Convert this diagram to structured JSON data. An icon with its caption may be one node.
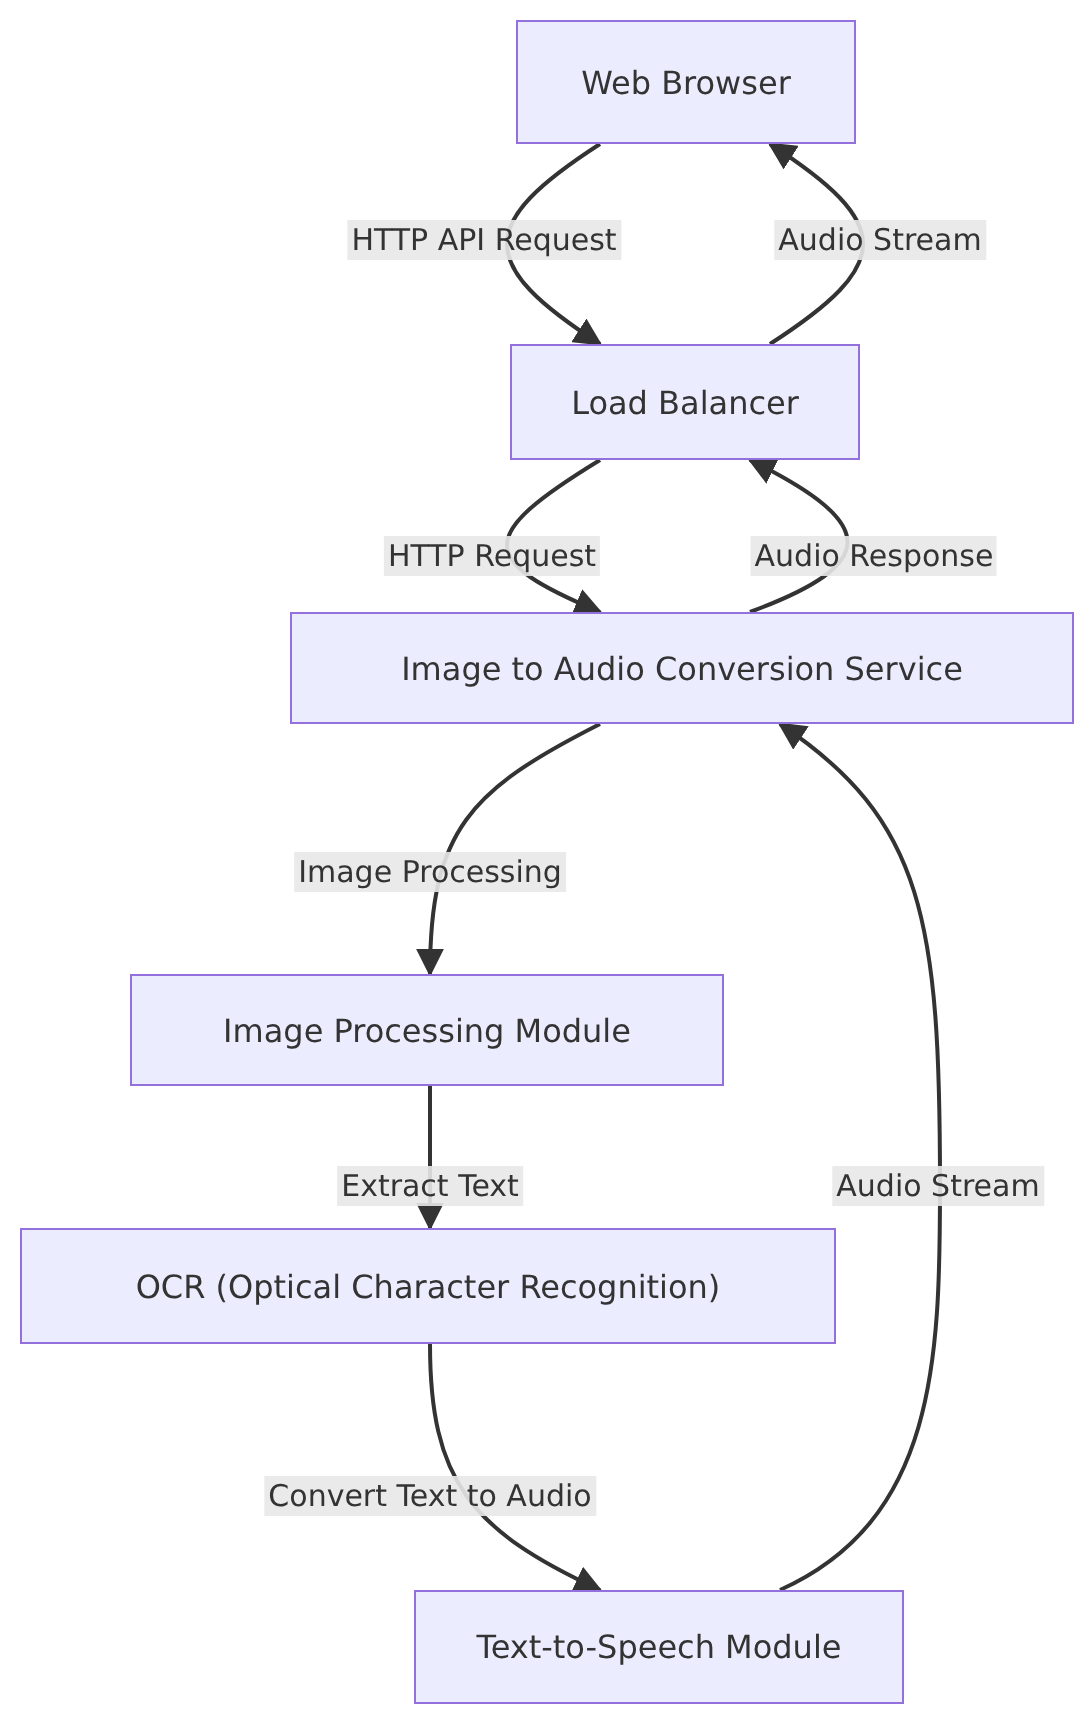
{
  "diagram": {
    "nodes": [
      {
        "text": [
          "Web Browser"
        ]
      },
      {
        "text": [
          "Load Balancer"
        ]
      },
      {
        "text": [
          "Image to Audio Conversion Service"
        ]
      },
      {
        "text": [
          "Image Processing Module"
        ]
      },
      {
        "text": [
          "OCR (Optical Character Recognition)"
        ]
      },
      {
        "text": [
          "Text-to-Speech Module"
        ]
      }
    ],
    "edges": [
      {
        "from": 0,
        "to": 1,
        "arrow": "to",
        "label": "HTTP API Request"
      },
      {
        "from": 1,
        "to": 0,
        "arrow": "to",
        "label": "Audio Stream"
      },
      {
        "from": 1,
        "to": 2,
        "arrow": "to",
        "label": "HTTP Request"
      },
      {
        "from": 2,
        "to": 1,
        "arrow": "to",
        "label": "Audio Response"
      },
      {
        "from": 2,
        "to": 3,
        "arrow": "to",
        "label": "Image Processing"
      },
      {
        "from": 3,
        "to": 4,
        "arrow": "to",
        "label": "Extract Text"
      },
      {
        "from": 4,
        "to": 5,
        "arrow": "to",
        "label": "Convert Text to Audio"
      },
      {
        "from": 5,
        "to": 2,
        "arrow": "to",
        "label": "Audio Stream"
      }
    ]
  }
}
